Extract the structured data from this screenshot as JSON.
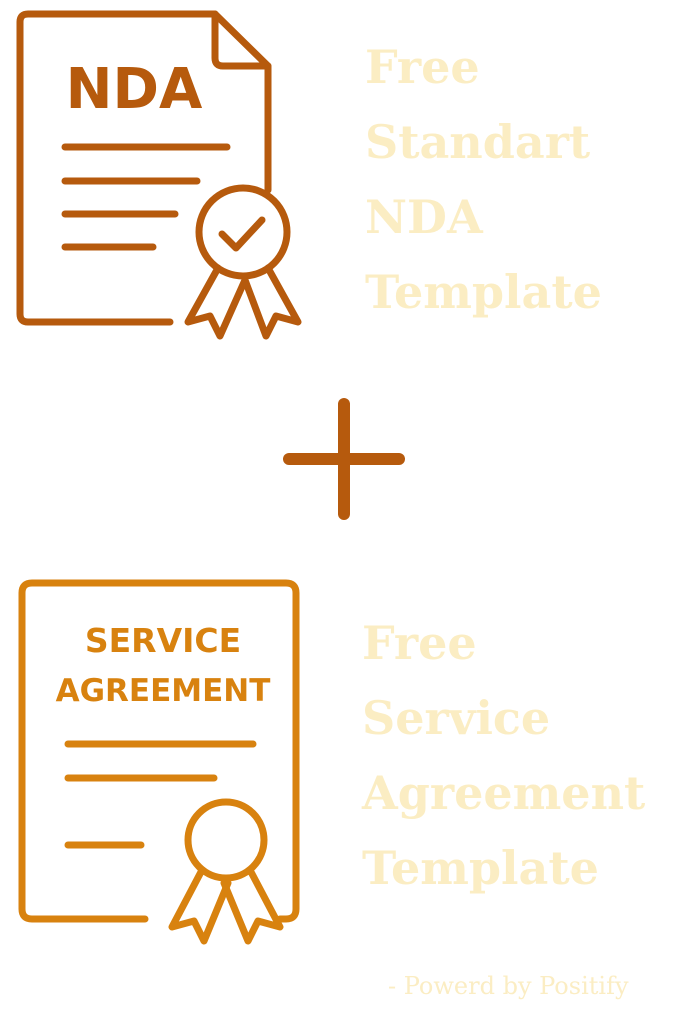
{
  "nda_card": {
    "icon_label": "NDA",
    "icon_name": "nda-document-certificate-icon",
    "title_lines": [
      "Free",
      "Standart",
      "NDA",
      "Template"
    ]
  },
  "plus": {
    "icon_name": "plus-icon"
  },
  "service_card": {
    "icon_label_line1": "SERVICE",
    "icon_label_line2": "AGREEMENT",
    "icon_name": "service-agreement-document-icon",
    "title_lines": [
      "Free",
      "Service",
      "Agreement",
      "Template"
    ]
  },
  "footer": {
    "credit": "- Powerd by Positify"
  },
  "colors": {
    "nda_icon": "#b65a0d",
    "plus_icon": "#b65a0d",
    "service_icon": "#d8820f",
    "title_text": "#fbedc3",
    "background": "#ffffff"
  }
}
